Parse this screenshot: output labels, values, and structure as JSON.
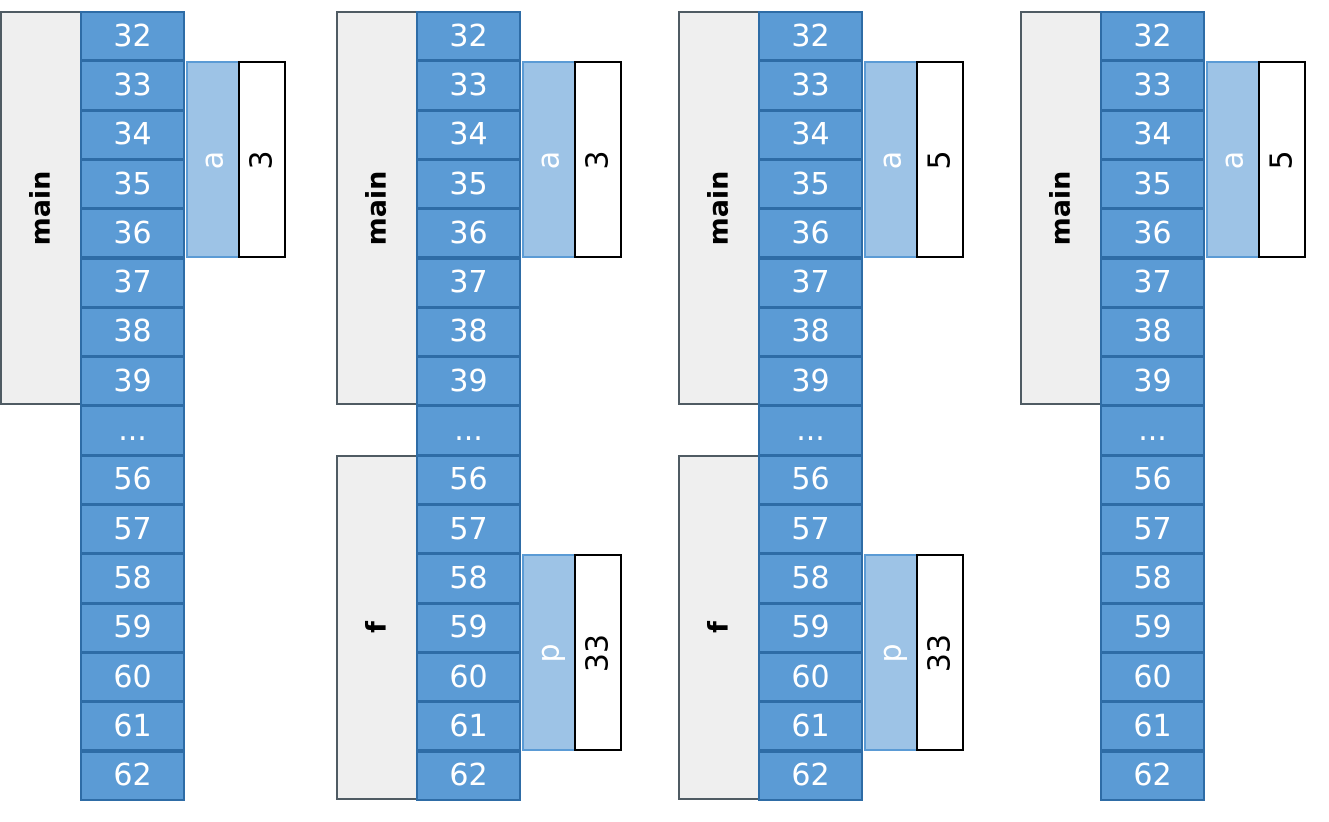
{
  "addresses": [
    "32",
    "33",
    "34",
    "35",
    "36",
    "37",
    "38",
    "39",
    "...",
    "56",
    "57",
    "58",
    "59",
    "60",
    "61",
    "62"
  ],
  "panels": [
    {
      "frames": [
        {
          "label": "main",
          "from": 0,
          "to": 7
        }
      ],
      "vars": [
        {
          "name": "a",
          "value": "3",
          "from": 1,
          "to": 4
        }
      ]
    },
    {
      "frames": [
        {
          "label": "main",
          "from": 0,
          "to": 7
        },
        {
          "label": "f",
          "from": 9,
          "to": 15
        }
      ],
      "vars": [
        {
          "name": "a",
          "value": "3",
          "from": 1,
          "to": 4
        },
        {
          "name": "p",
          "value": "33",
          "from": 11,
          "to": 14
        }
      ]
    },
    {
      "frames": [
        {
          "label": "main",
          "from": 0,
          "to": 7
        },
        {
          "label": "f",
          "from": 9,
          "to": 15
        }
      ],
      "vars": [
        {
          "name": "a",
          "value": "5",
          "from": 1,
          "to": 4
        },
        {
          "name": "p",
          "value": "33",
          "from": 11,
          "to": 14
        }
      ]
    },
    {
      "frames": [
        {
          "label": "main",
          "from": 0,
          "to": 7
        }
      ],
      "vars": [
        {
          "name": "a",
          "value": "5",
          "from": 1,
          "to": 4
        }
      ]
    }
  ]
}
